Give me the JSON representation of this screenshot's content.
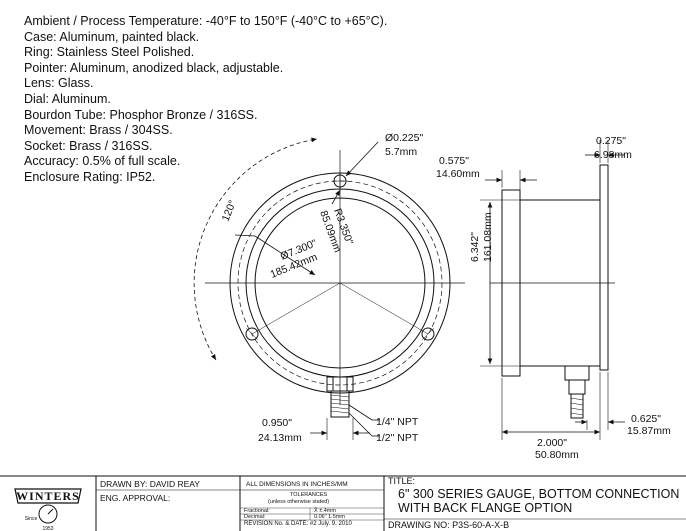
{
  "specs": [
    "Ambient / Process Temperature: -40°F to 150°F (-40°C to +65°C).",
    "Case: Aluminum, painted black.",
    "Ring: Stainless Steel Polished.",
    "Pointer: Aluminum, anodized black, adjustable.",
    "Lens: Glass.",
    "Dial: Aluminum.",
    "Bourdon Tube: Phosphor Bronze / 316SS.",
    "Movement: Brass / 304SS.",
    "Socket: Brass / 316SS.",
    "Accuracy: 0.5% of full scale.",
    "Enclosure Rating: IP52."
  ],
  "dimensions": {
    "hole_dia_in": "Ø0.225\"",
    "hole_dia_mm": "5.7mm",
    "flange_thk_in": "0.275\"",
    "flange_thk_mm": "6.98mm",
    "offset_in": "0.575\"",
    "offset_mm": "14.60mm",
    "case_dia_in": "6.342\"",
    "case_dia_mm": "161.08mm",
    "bolt_radius_in": "R3.350\"",
    "bolt_radius_mm": "85.09mm",
    "flange_dia_in": "Ø7.300\"",
    "flange_dia_mm": "185.42mm",
    "angle": "120°",
    "hex_in": "0.950\"",
    "hex_mm": "24.13mm",
    "npt_quarter": "1/4\" NPT",
    "npt_half": "1/2\" NPT",
    "depth_in": "2.000\"",
    "depth_mm": "50.80mm",
    "stem_in": "0.625\"",
    "stem_mm": "15.87mm"
  },
  "title_block": {
    "logo_text": "WINTERS",
    "logo_since": "Since",
    "logo_year": "1953",
    "drawn_by": "DRAWN BY: DAVID REAY",
    "eng_approval": "ENG. APPROVAL:",
    "units": "ALL DIMENSIONS IN INCHES/MM",
    "tolerances": "TOLERANCES",
    "tolerances_note": "(unless otherwise stated)",
    "fractional": "Fractional:",
    "fractional_val": "X̄ ±.4mm",
    "decimal": "Decimal:",
    "decimal_val": "0.06\" 1.5mm",
    "revision": "REVISION No. & DATE: #2 July. 9, 2010",
    "title_label": "TITLE:",
    "title_line1": "6\" 300 SERIES GAUGE, BOTTOM CONNECTION",
    "title_line2": "WITH BACK FLANGE OPTION",
    "drawing_no": "DRAWING NO: P3S-60-A-X-B"
  }
}
